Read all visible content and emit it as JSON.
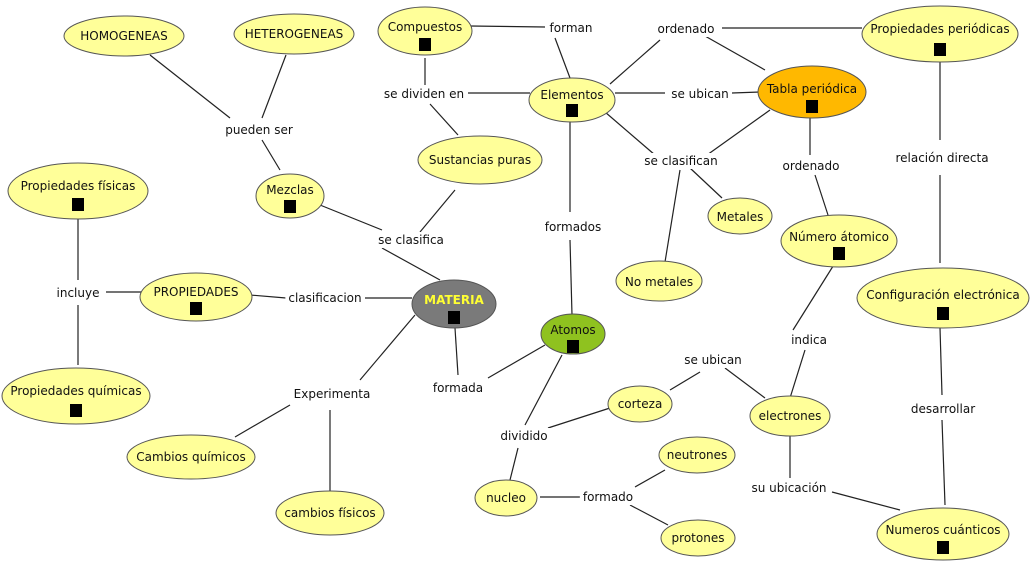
{
  "colors": {
    "concept_fill": "#ffff99",
    "central_fill": "#7a7a7a",
    "atoms_fill": "#8fc21f",
    "table_fill": "#ffb800",
    "doc_icon": "#2a4f8a"
  },
  "concepts": {
    "homogeneas": "HOMOGENEAS",
    "heterogeneas": "HETEROGENEAS",
    "compuestos": "Compuestos",
    "propiedades_periodicas": "Propiedades periódicas",
    "elementos": "Elementos",
    "tabla_periodica": "Tabla periódica",
    "sustancias_puras": "Sustancias puras",
    "propiedades_fisicas": "Propiedades físicas",
    "mezclas": "Mezclas",
    "metales": "Metales",
    "numero_atomico": "Número átomico",
    "no_metales": "No metales",
    "propiedades": "PROPIEDADES",
    "materia": "MATERIA",
    "configuracion_electronica": "Configuración electrónica",
    "atomos": "Atomos",
    "propiedades_quimicas": "Propiedades químicas",
    "corteza": "corteza",
    "electrones": "electrones",
    "cambios_quimicos": "Cambios químicos",
    "neutrones": "neutrones",
    "nucleo": "nucleo",
    "cambios_fisicos": "cambios físicos",
    "protones": "protones",
    "numeros_cuanticos": "Numeros cuánticos"
  },
  "phrases": {
    "forman": "forman",
    "ordenado_top": "ordenado",
    "se_dividen_en": "se dividen en",
    "se_ubican_top": "se ubican",
    "pueden_ser": "pueden ser",
    "se_clasifican": "se clasifican",
    "relacion_directa": "relación directa",
    "ordenado_mid": "ordenado",
    "se_clasifica": "se clasifica",
    "formados": "formados",
    "incluye": "incluye",
    "clasificacion": "clasificacion",
    "indica": "indica",
    "se_ubican_low": "se ubican",
    "experimenta": "Experimenta",
    "formada": "formada",
    "desarrollar": "desarrollar",
    "dividido": "dividido",
    "su_ubicacion": "su ubicación",
    "formado": "formado"
  }
}
